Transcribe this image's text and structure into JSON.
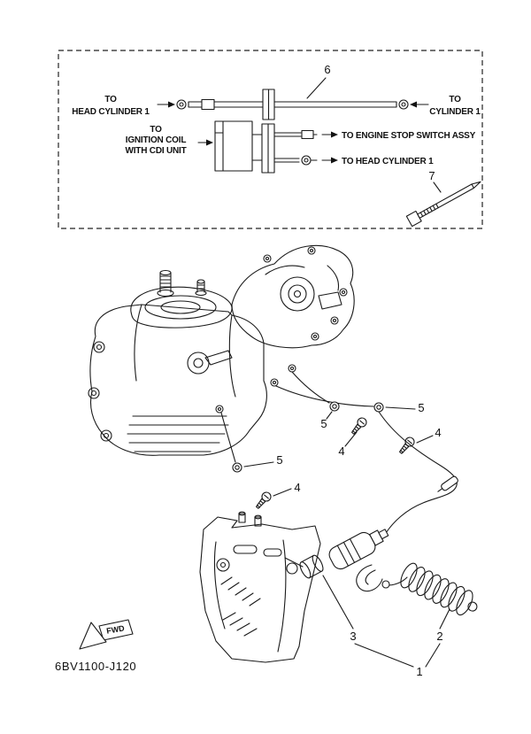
{
  "figure": {
    "part_code": "6BV1100-J120",
    "fwd_label": "FWD",
    "colors": {
      "ink": "#1a1a1a",
      "background": "#ffffff"
    }
  },
  "inset": {
    "to_head_cylinder_1_left": {
      "line1": "TO",
      "line2": "HEAD CYLINDER 1"
    },
    "to_cylinder_1": {
      "line1": "TO",
      "line2": "CYLINDER 1"
    },
    "to_ignition_coil": {
      "line1": "TO",
      "line2": "IGNITION COIL",
      "line3": "WITH CDI UNIT"
    },
    "to_engine_stop_switch": "TO ENGINE STOP SWITCH ASSY",
    "to_head_cylinder_1_right": "TO HEAD CYLINDER 1"
  },
  "callouts": {
    "n1": "1",
    "n2": "2",
    "n3": "3",
    "n4": "4",
    "n5": "5",
    "n6": "6",
    "n7": "7"
  }
}
